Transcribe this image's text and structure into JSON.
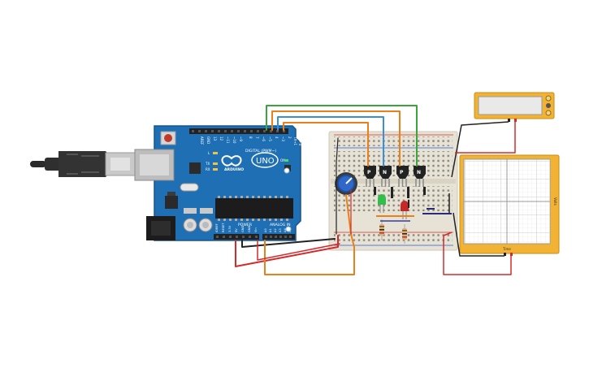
{
  "arduino": {
    "brand": "ARDUINO",
    "model": "UNO",
    "digital_header": "DIGITAL (PWM~)",
    "power_header": "POWER",
    "analog_header": "ANALOG IN",
    "aref": "AREF",
    "gnd": "GND",
    "tx": "TX",
    "rx": "RX",
    "l": "L",
    "on": "ON",
    "digital_pins": [
      "13",
      "12",
      "~11",
      "~10",
      "~9",
      "8",
      "7",
      "~6",
      "~5",
      "4",
      "~3",
      "2",
      "TX→1",
      "RX←0"
    ],
    "power_pins": [
      "IOREF",
      "RESET",
      "3.3V",
      "5V",
      "GND",
      "GND",
      "Vin"
    ],
    "analog_pins": [
      "A0",
      "A1",
      "A2",
      "A3",
      "A4",
      "A5"
    ]
  },
  "transistors": [
    {
      "label": "P"
    },
    {
      "label": "N"
    },
    {
      "label": "P"
    },
    {
      "label": "N"
    }
  ],
  "oscilloscope": {
    "side_label": "Volts",
    "bottom_label": "Time"
  },
  "colors": {
    "board_blue": "#1f6fb4",
    "breadboard": "#e7e2d6",
    "wire_red": "#d32b2b",
    "wire_orange": "#e8811c",
    "wire_green": "#39a53b",
    "wire_blue": "#3a8fd9",
    "wire_black": "#222222",
    "scope_frame": "#f2b233",
    "led_green": "#2fbf4a",
    "led_red": "#c62828"
  }
}
